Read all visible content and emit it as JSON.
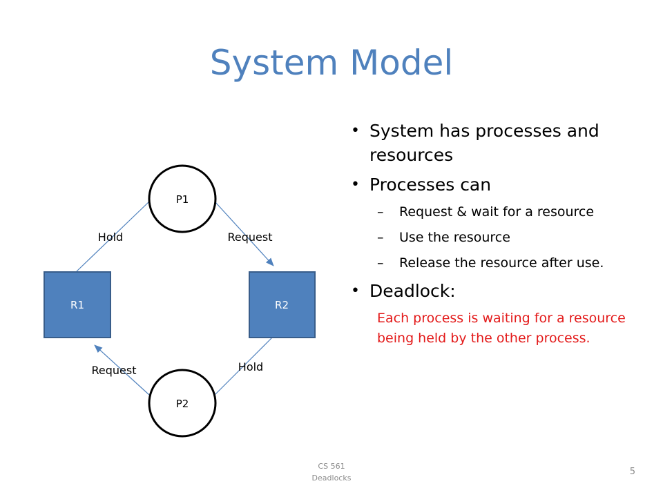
{
  "slide": {
    "title": "System Model",
    "footer_line1": "CS 561",
    "footer_line2": "Deadlocks",
    "page_number": "5"
  },
  "diagram": {
    "nodes": {
      "p1": "P1",
      "p2": "P2",
      "r1": "R1",
      "r2": "R2"
    },
    "edges": {
      "p1_r1": "Hold",
      "p1_r2": "Request",
      "p2_r1": "Request",
      "p2_r2": "Hold"
    },
    "colors": {
      "resource_fill": "#4f81bd",
      "resource_border": "#385d8a",
      "edge_line": "#4f81bd"
    }
  },
  "bullets": {
    "b1": "System has processes and resources",
    "b2": "Processes  can",
    "b2_sub": [
      "Request  & wait for a resource",
      "Use the resource",
      "Release the resource after use."
    ],
    "b3": "Deadlock:",
    "b3_desc": "Each process is waiting for a resource being held by the other process."
  },
  "colors": {
    "title": "#4f81bd",
    "deadlock_text": "#e31a1a"
  }
}
